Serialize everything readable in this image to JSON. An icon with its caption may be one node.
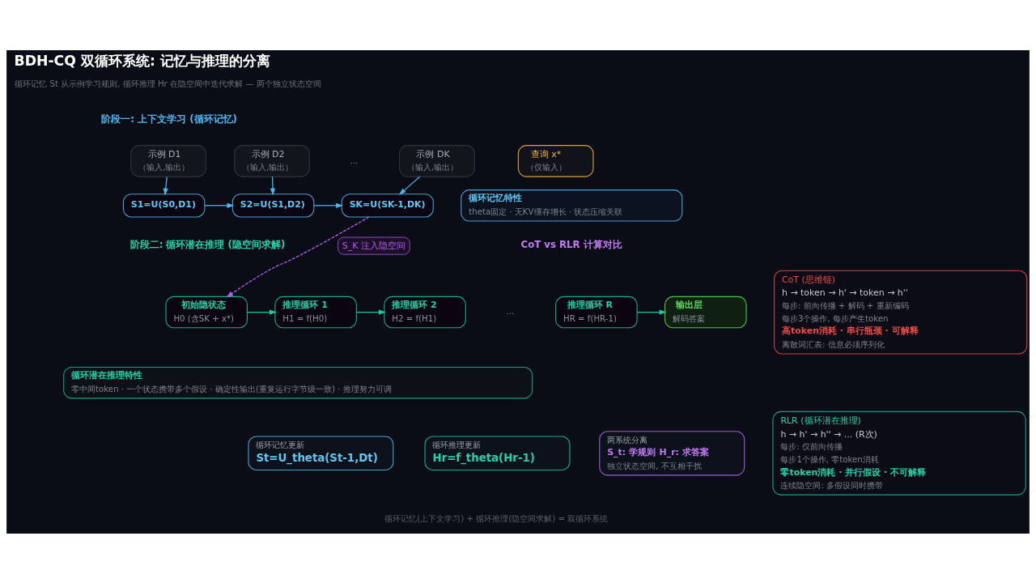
{
  "diagram": {
    "title": "BDH-CQ 双循环系统: 记忆与推理的分离",
    "caption": "循环记忆(上下文学习) + 循环推理(隐空间求解) = 双循环系统",
    "nodes": [
      {
        "text": [
          "示例 D1",
          "（输入,输出）"
        ]
      },
      {
        "text": [
          "示例 D2",
          "（输入,输出）"
        ]
      },
      {
        "text": [
          "示例 DK",
          "（输入,输出）"
        ]
      },
      {
        "text": [
          "查询 x*",
          "（仅输入）"
        ]
      },
      {
        "text": [
          "S1=U(S0,D1)"
        ]
      },
      {
        "text": [
          "S2=U(S1,D2)"
        ]
      },
      {
        "text": [
          "SK=U(SK-1,DK)"
        ]
      },
      {
        "text": [
          "循环记忆特性",
          "theta固定 · 无KV缓存增长 · 状态压缩关联"
        ]
      },
      {
        "text": [
          "初始隐状态",
          "H0 (含SK + x*)"
        ]
      },
      {
        "text": [
          "推理循环 1",
          "H1 = f(H0)"
        ]
      },
      {
        "text": [
          "推理循环 2",
          "H2 = f(H1)"
        ]
      },
      {
        "text": [
          "推理循环 R",
          "HR = f(HR-1)"
        ]
      },
      {
        "text": [
          "输出层",
          "解码答案"
        ]
      },
      {
        "text": [
          "循环潜在推理特性",
          "零中间token · 一个状态携带多个假设 · 确定性输出(重复运行字节级一致) · 推理努力可调"
        ]
      },
      {
        "text": [
          "循环记忆更新",
          "St=U_theta(St-1,Dt)"
        ]
      },
      {
        "text": [
          "循环推理更新",
          "Hr=f_theta(Hr-1)"
        ]
      },
      {
        "text": [
          "两系统分离",
          "S_t: 学规则",
          "H_r: 求答案",
          "独立状态空间, 不互相干扰"
        ]
      },
      {
        "text": [
          "CoT (思维链)",
          "h → token → h' → token → h''",
          "每步: 前向传播 + 解码 + 重新编码",
          "每步3个操作, 每步产生token",
          "高token消耗 · 串行瓶颈 · 可解释",
          "离散词汇表: 信息必须序列化"
        ]
      },
      {
        "text": [
          "RLR (循环潜在推理)",
          "h → h' → h'' → ... (R次)",
          "每步: 仅前向传播",
          "每步1个操作, 零token消耗",
          "零token消耗 · 并行假设 · 不可解释",
          "连续隐空间: 多假设同时携带"
        ]
      }
    ],
    "edges": [
      {
        "from": 0,
        "to": 4,
        "arrow": "to"
      },
      {
        "from": 1,
        "to": 5,
        "arrow": "to"
      },
      {
        "from": 2,
        "to": 6,
        "arrow": "to"
      },
      {
        "from": 4,
        "to": 5,
        "arrow": "to"
      },
      {
        "from": 5,
        "to": 6,
        "arrow": "to"
      },
      {
        "from": 6,
        "to": 8,
        "arrow": "to",
        "label": "S_K 注入隐空间",
        "style": "dashed",
        "color": "#b45ef0"
      },
      {
        "from": 8,
        "to": 9,
        "arrow": "to",
        "color": "#1fc9a0"
      },
      {
        "from": 9,
        "to": 10,
        "arrow": "to",
        "color": "#1fc9a0"
      },
      {
        "from": 11,
        "to": 12,
        "arrow": "to",
        "color": "#1fc9a0"
      }
    ],
    "labels": [
      "循环记忆 St 从示例学习规则, 循环推理 Hr 在隐空间中迭代求解 — 两个独立状态空间",
      "阶段一: 上下文学习 (循环记忆)",
      "...",
      "阶段二: 循环潜在推理 (隐空间求解)",
      "CoT vs RLR 计算对比",
      "..."
    ]
  }
}
